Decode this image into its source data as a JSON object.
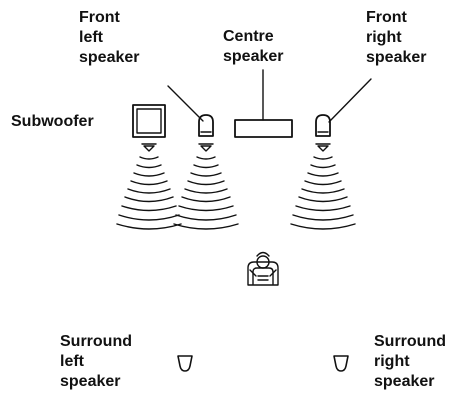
{
  "labels": {
    "front_left": [
      "Front",
      "left",
      "speaker"
    ],
    "centre": [
      "Centre",
      "speaker"
    ],
    "front_right": [
      "Front",
      "right",
      "speaker"
    ],
    "subwoofer": "Subwoofer",
    "surround_left": [
      "Surround",
      "left",
      "speaker"
    ],
    "surround_right": [
      "Surround",
      "right",
      "speaker"
    ]
  },
  "colors": {
    "ink": "#111111",
    "background": "#ffffff"
  }
}
